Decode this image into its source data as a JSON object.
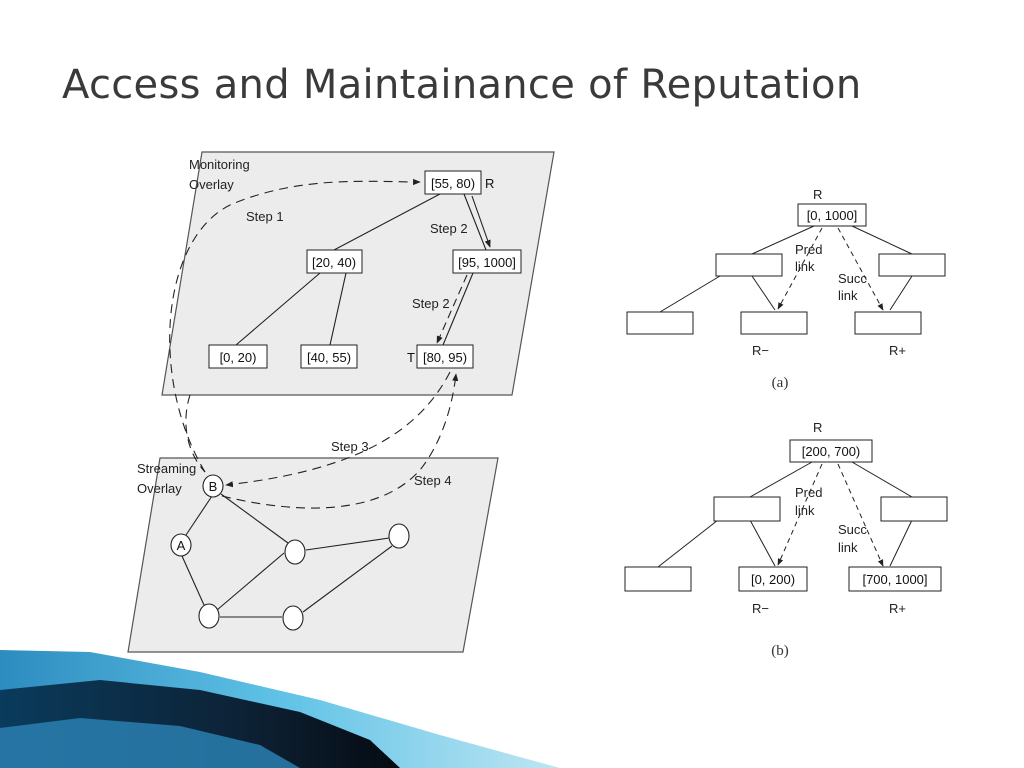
{
  "title": "Access and Maintainance of Reputation",
  "left_diagram": {
    "monitoring_overlay_label": [
      "Monitoring",
      "Overlay"
    ],
    "streaming_overlay_label": [
      "Streaming",
      "Overlay"
    ],
    "nodes": {
      "root": "[55, 80)",
      "left": "[20, 40)",
      "right": "[95, 1000]",
      "ll": "[0, 20)",
      "lr": "[40, 55)",
      "rl": "[80, 95)"
    },
    "root_tag": "R",
    "target_tag": "T",
    "steps": [
      "Step 1",
      "Step 2",
      "Step 2",
      "Step 3",
      "Step 4"
    ],
    "peer_labels": [
      "A",
      "B"
    ]
  },
  "right_diagram_a": {
    "root_label": "R",
    "root_value": "[0, 1000]",
    "pred_link": [
      "Pred",
      "link"
    ],
    "succ_link": [
      "Succ",
      "link"
    ],
    "r_minus": "R−",
    "r_plus": "R+",
    "caption": "(a)"
  },
  "right_diagram_b": {
    "root_label": "R",
    "root_value": "[200, 700)",
    "left_leaf": "[0, 200)",
    "right_leaf": "[700, 1000]",
    "pred_link": [
      "Pred",
      "link"
    ],
    "succ_link": [
      "Succ",
      "link"
    ],
    "r_minus": "R−",
    "r_plus": "R+",
    "caption": "(b)"
  },
  "colors": {
    "accent_dark": "#0b2e4a",
    "accent_light": "#4fb3df",
    "plane_fill": "#ececec"
  }
}
